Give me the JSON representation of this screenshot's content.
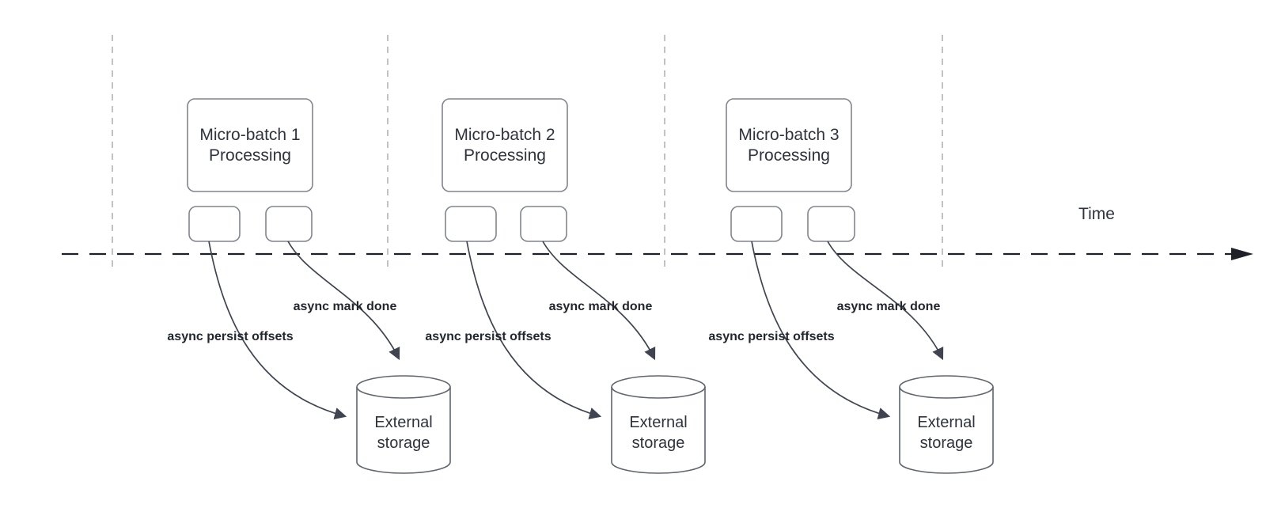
{
  "colors": {
    "background": "#ffffff",
    "line_light": "#b3b3b3",
    "line_timeline": "#1d2127",
    "line_dark": "#3f4450",
    "box_border": "#81858d",
    "cyl_border": "#5f646d",
    "text_dark": "#2e333d",
    "text_label": "#22262e"
  },
  "timeline": {
    "label": "Time"
  },
  "sections": [
    {
      "title_line1": "Micro-batch 1",
      "title_line2": "Processing",
      "persist_label": "async persist offsets",
      "done_label": "async mark done",
      "storage": {
        "line1": "External",
        "line2": "storage"
      }
    },
    {
      "title_line1": "Micro-batch 2",
      "title_line2": "Processing",
      "persist_label": "async persist offsets",
      "done_label": "async mark done",
      "storage": {
        "line1": "External",
        "line2": "storage"
      }
    },
    {
      "title_line1": "Micro-batch 3",
      "title_line2": "Processing",
      "persist_label": "async persist offsets",
      "done_label": "async mark done",
      "storage": {
        "line1": "External",
        "line2": "storage"
      }
    }
  ]
}
